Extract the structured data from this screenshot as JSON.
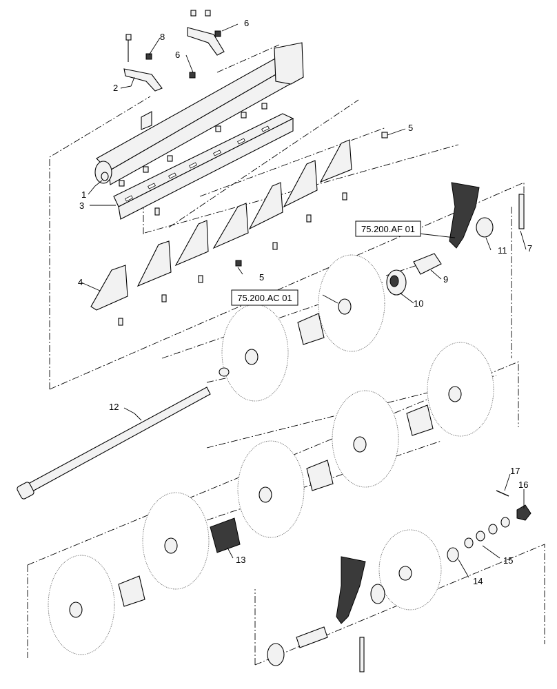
{
  "callouts": [
    "1",
    "2",
    "3",
    "4",
    "5",
    "5",
    "6",
    "6",
    "7",
    "8",
    "9",
    "10",
    "11",
    "12",
    "13",
    "14",
    "15",
    "16",
    "17"
  ],
  "reference_boxes": [
    "75.200.AF 01",
    "75.200.AC 01"
  ]
}
